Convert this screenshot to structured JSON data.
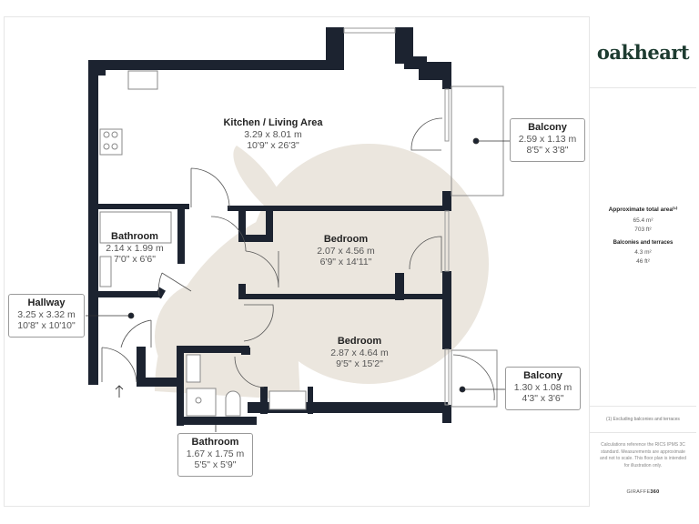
{
  "brand": {
    "logo_text": "oakheart",
    "logo_color": "#1d3b30"
  },
  "rooms": {
    "kitchen": {
      "name": "Kitchen / Living Area",
      "metric": "3.29 x 8.01 m",
      "imperial": "10'9\" x 26'3\""
    },
    "bathroom_main": {
      "name": "Bathroom",
      "metric": "2.14 x 1.99 m",
      "imperial": "7'0\" x 6'6\""
    },
    "bedroom_1": {
      "name": "Bedroom",
      "metric": "2.07 x 4.56 m",
      "imperial": "6'9\" x 14'11\""
    },
    "bedroom_2": {
      "name": "Bedroom",
      "metric": "2.87 x 4.64 m",
      "imperial": "9'5\" x 15'2\""
    },
    "hallway": {
      "name": "Hallway",
      "metric": "3.25 x 3.32 m",
      "imperial": "10'8\" x 10'10\""
    },
    "balcony_1": {
      "name": "Balcony",
      "metric": "2.59 x 1.13 m",
      "imperial": "8'5\" x 3'8\""
    },
    "balcony_2": {
      "name": "Balcony",
      "metric": "1.30 x 1.08 m",
      "imperial": "4'3\" x 3'6\""
    },
    "bathroom_ensuite": {
      "name": "Bathroom",
      "metric": "1.67 x 1.75 m",
      "imperial": "5'5\" x 5'9\""
    }
  },
  "area_summary": {
    "total_heading": "Approximate total area⁽¹⁾",
    "total_m2": "65.4 m²",
    "total_ft2": "703 ft²",
    "balconies_heading": "Balconies and terraces",
    "balconies_m2": "4.3 m²",
    "balconies_ft2": "46 ft²"
  },
  "footnote": "(1) Excluding balconies and terraces",
  "disclaimer": "Calculations reference the RICS IPMS 3C standard. Measurements are approximate and not to scale. This floor plan is intended for illustration only.",
  "credit": {
    "prefix": "GIRAFFE",
    "suffix": "360"
  },
  "colors": {
    "wall": "#1c2330",
    "watermark": "#ebe6de",
    "label_border": "#9a9a9a"
  }
}
